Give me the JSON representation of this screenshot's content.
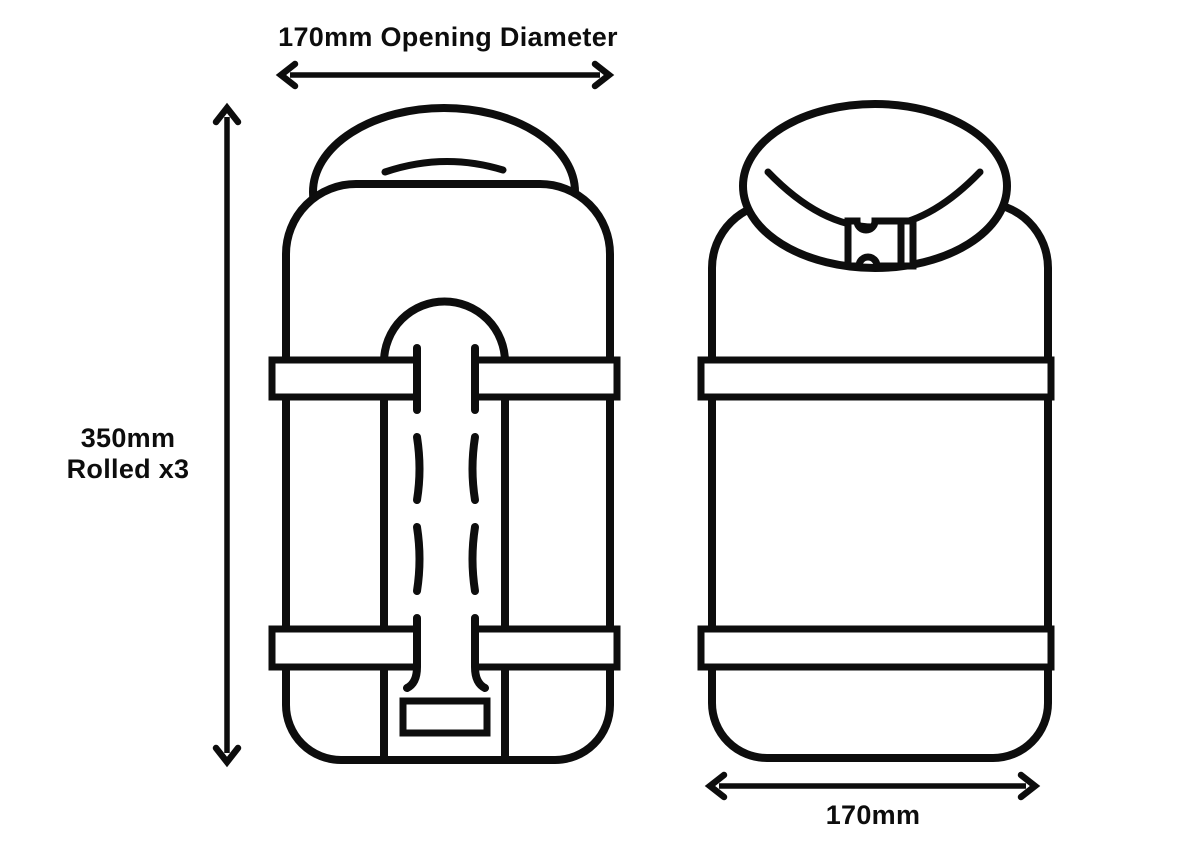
{
  "page": {
    "background_color": "#ffffff",
    "ink_color": "#0d0d0d"
  },
  "dimensions": {
    "opening": {
      "label": "170mm Opening Diameter",
      "value": "170mm"
    },
    "height": {
      "line1": "350mm",
      "line2": "Rolled x3",
      "value": "350mm"
    },
    "width": {
      "label": "170mm",
      "value": "170mm"
    }
  }
}
